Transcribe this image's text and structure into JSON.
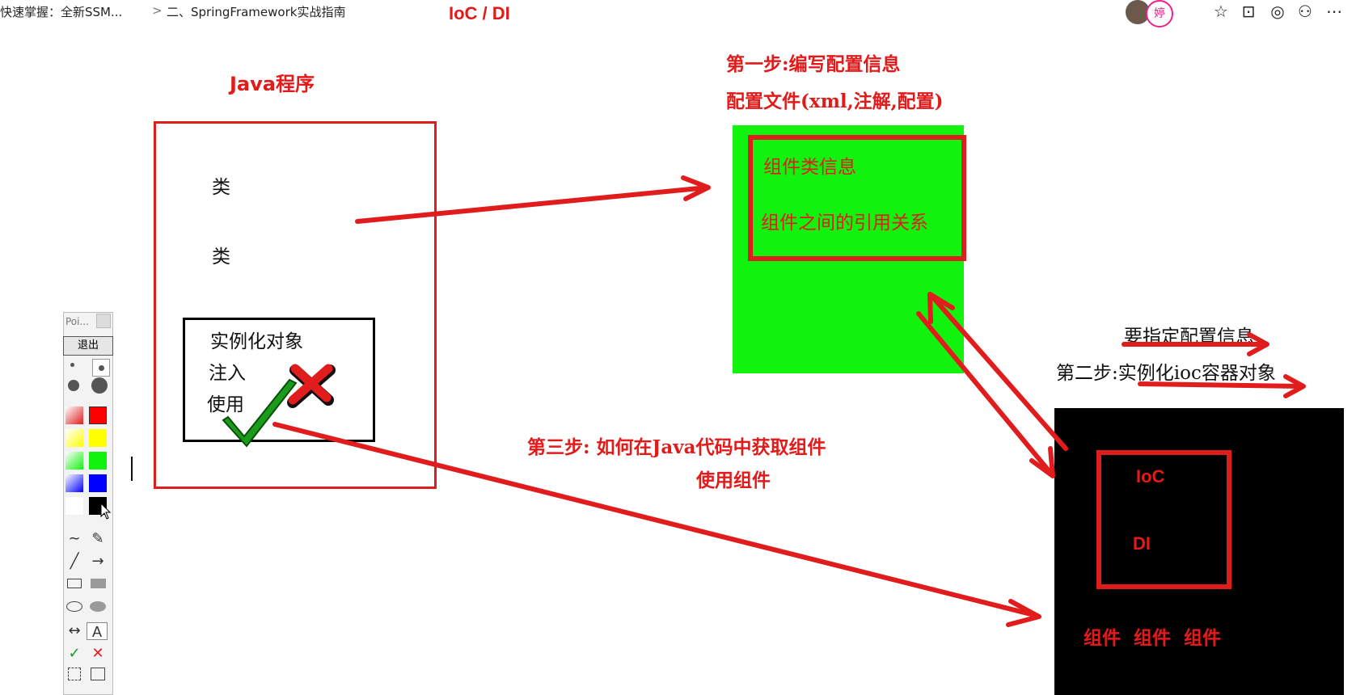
{
  "topbar": {
    "crumb_1": "快速掌握：全新SSM...",
    "chevron": ">",
    "crumb_2": "二、SpringFramework实战指南",
    "heading": "IoC / DI",
    "avatar_char": "婷"
  },
  "diagram": {
    "java_title": "Java程序",
    "class_1": "类",
    "class_2": "类",
    "instantiate": "实例化对象",
    "inject": "注入",
    "use": "使用",
    "step1_title": "第一步:编写配置信息",
    "step1_sub": "配置文件(xml,注解,配置)",
    "component_info": "组件类信息",
    "component_ref": "组件之间的引用关系",
    "specify_config": "要指定配置信息",
    "step2_title": "第二步:实例化ioc容器对象",
    "step3_title": "第三步: 如何在Java代码中获取组件",
    "step3_sub": "使用组件",
    "ioc": "IoC",
    "di": "DI",
    "components": "组件  组件  组件"
  },
  "toolbox": {
    "title": "Poi...",
    "exit": "退出",
    "text_tool": "A"
  },
  "colors": {
    "red": "#e01c1c",
    "green": "#12f20f",
    "black": "#000000"
  }
}
